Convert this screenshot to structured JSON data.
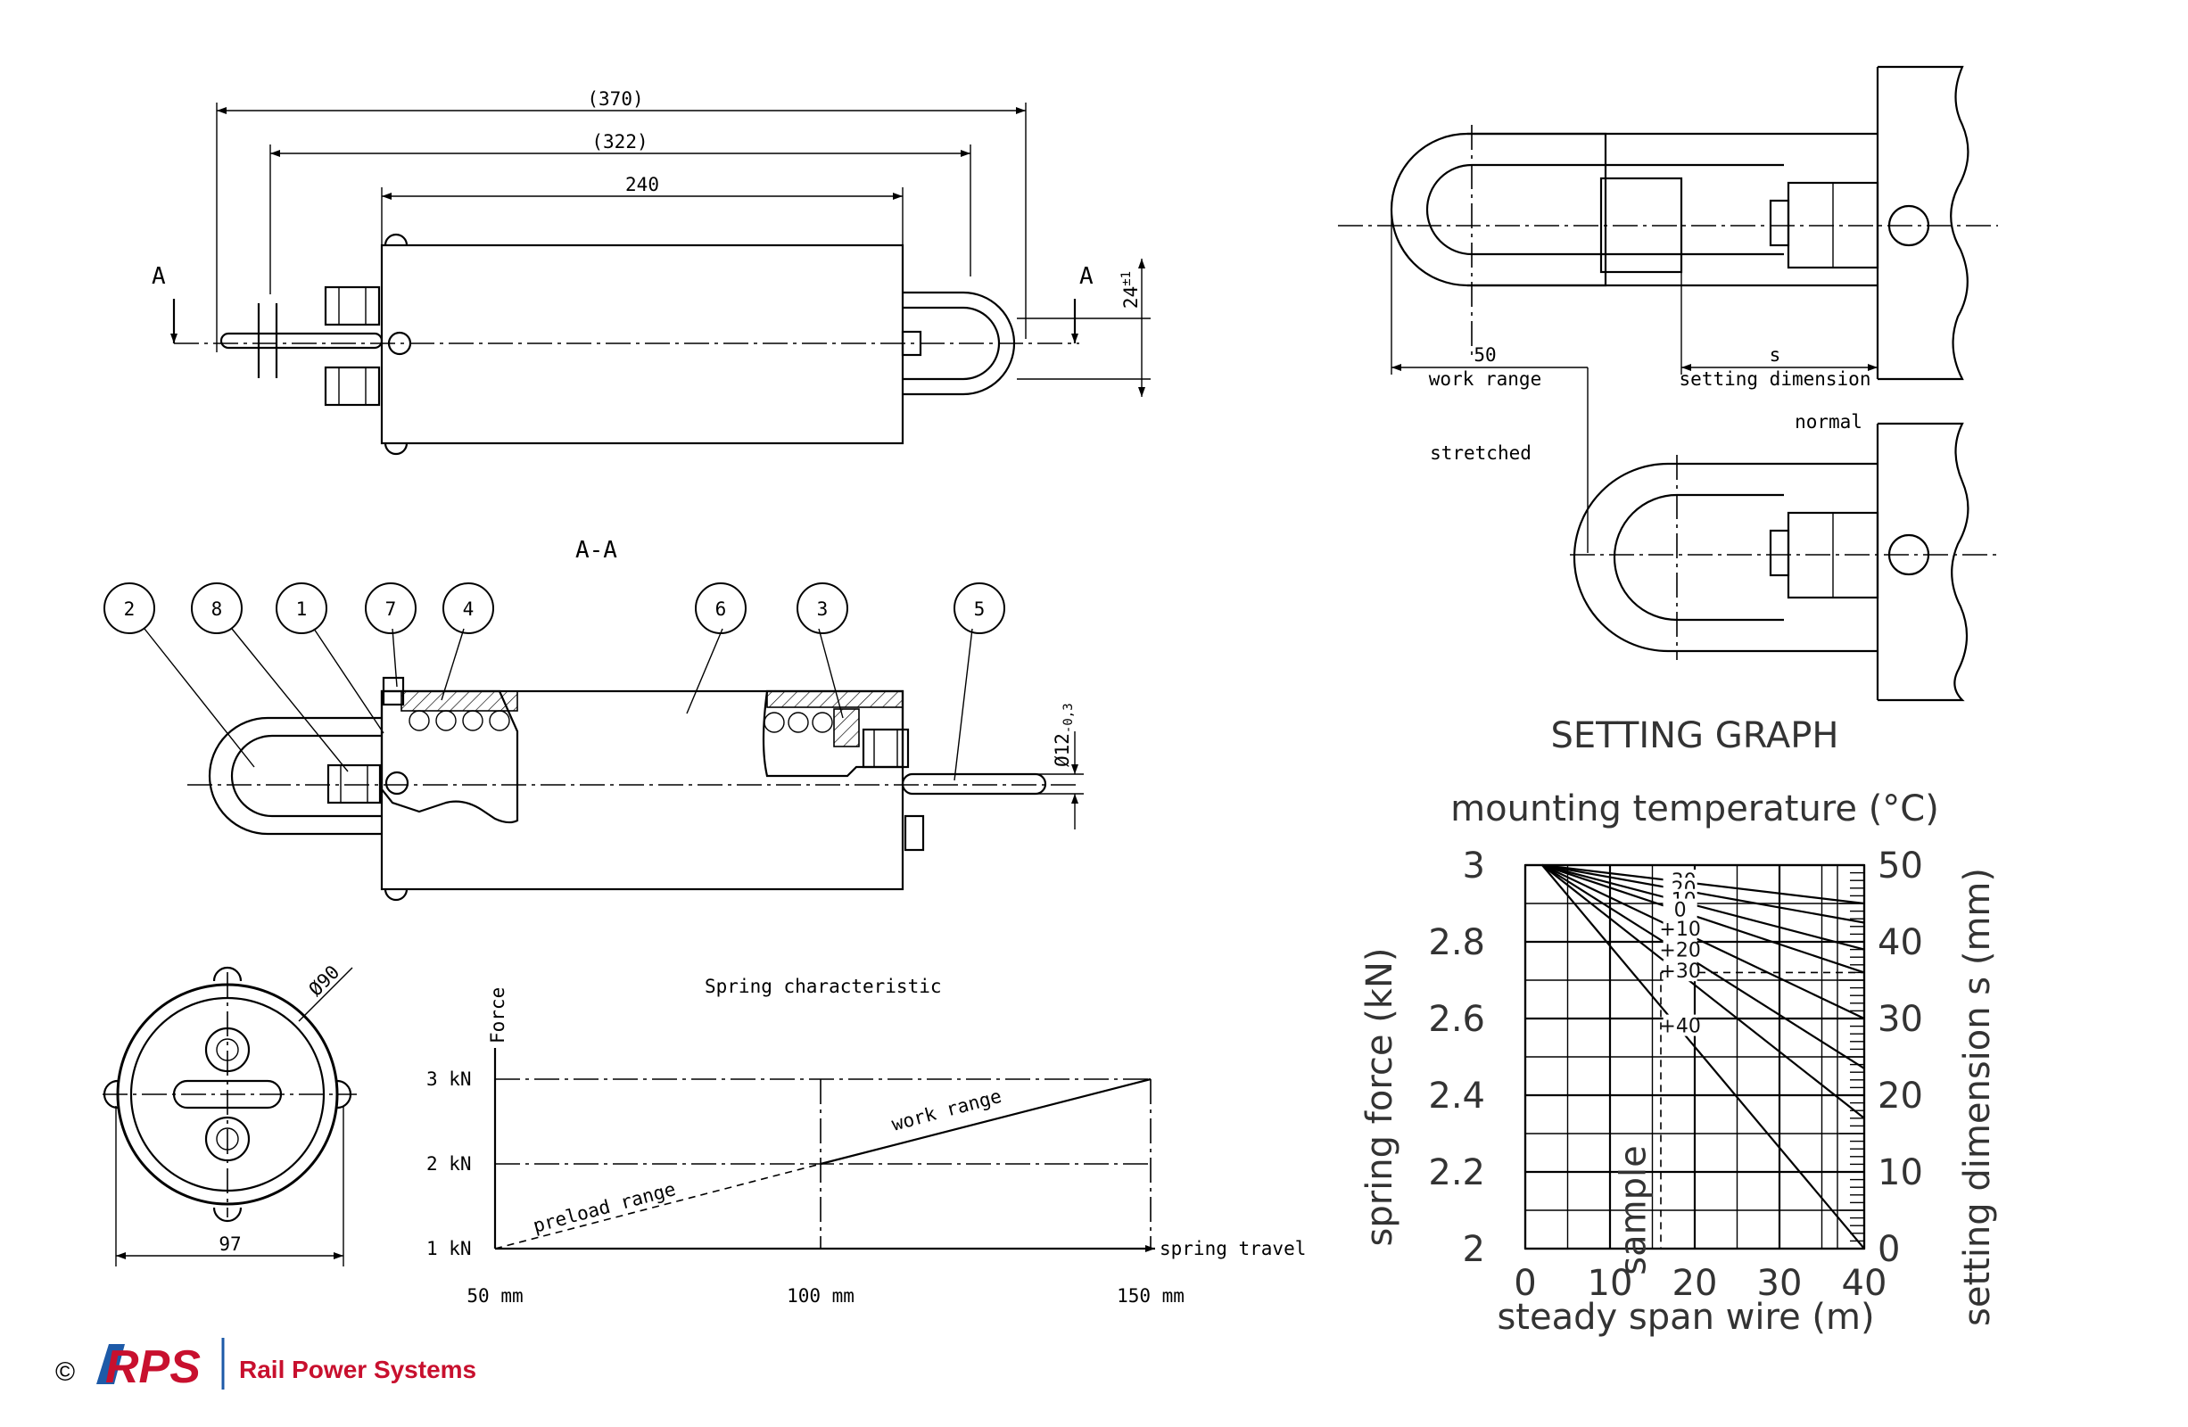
{
  "top_view": {
    "dim_overall": "(370)",
    "dim_middle": "(322)",
    "dim_body": "240",
    "dim_offset": "24",
    "dim_offset_sup": "±1",
    "section_mark": "A"
  },
  "section_view": {
    "title": "A-A",
    "balloons": [
      "2",
      "8",
      "1",
      "7",
      "4",
      "6",
      "3",
      "5"
    ],
    "dim_rod": "Ø12",
    "dim_rod_tol": "-0,3"
  },
  "end_view": {
    "dim_diameter": "Ø90",
    "dim_width": "97"
  },
  "spring_chart": {
    "title": "Spring characteristic",
    "y_axis_label": "Force",
    "x_axis_label": "spring travel",
    "y_ticks": [
      "3 kN",
      "2 kN",
      "1 kN"
    ],
    "x_ticks": [
      "50 mm",
      "100 mm",
      "150 mm"
    ],
    "label_preload": "preload range",
    "label_work": "work range"
  },
  "install_view": {
    "label_work_range_value": "50",
    "label_work_range": "work range",
    "label_setting_value": "s",
    "label_setting": "setting dimension",
    "label_normal": "normal",
    "label_stretched": "stretched"
  },
  "chart_data": {
    "type": "line",
    "title": "SETTING GRAPH",
    "subtitle": "mounting temperature (°C)",
    "xlabel": "steady span wire (m)",
    "ylabel": "spring force (kN)",
    "y2label": "setting dimension s (mm)",
    "x_ticks": [
      "0",
      "10",
      "20",
      "30",
      "40"
    ],
    "y_ticks": [
      "3",
      "2.8",
      "2.6",
      "2.4",
      "2.2",
      "2"
    ],
    "y2_ticks": [
      "50",
      "40",
      "30",
      "20",
      "10",
      "0"
    ],
    "xlim": [
      0,
      40
    ],
    "ylim": [
      2,
      3
    ],
    "y2lim": [
      0,
      50
    ],
    "annotation": "sample",
    "origin": [
      2,
      3
    ],
    "series": [
      {
        "name": "-30",
        "end": [
          40,
          2.9
        ]
      },
      {
        "name": "-20",
        "end": [
          40,
          2.85
        ]
      },
      {
        "name": "-10",
        "end": [
          40,
          2.78
        ]
      },
      {
        "name": "0",
        "end": [
          40,
          2.72
        ]
      },
      {
        "name": "+10",
        "end": [
          40,
          2.6
        ]
      },
      {
        "name": "+20",
        "end": [
          40,
          2.47
        ]
      },
      {
        "name": "+30",
        "end": [
          40,
          2.34
        ]
      },
      {
        "name": "+40",
        "end": [
          40,
          2.0
        ]
      }
    ]
  },
  "footer": {
    "copyright": "©",
    "logo": "RPS",
    "company": "Rail Power Systems"
  }
}
